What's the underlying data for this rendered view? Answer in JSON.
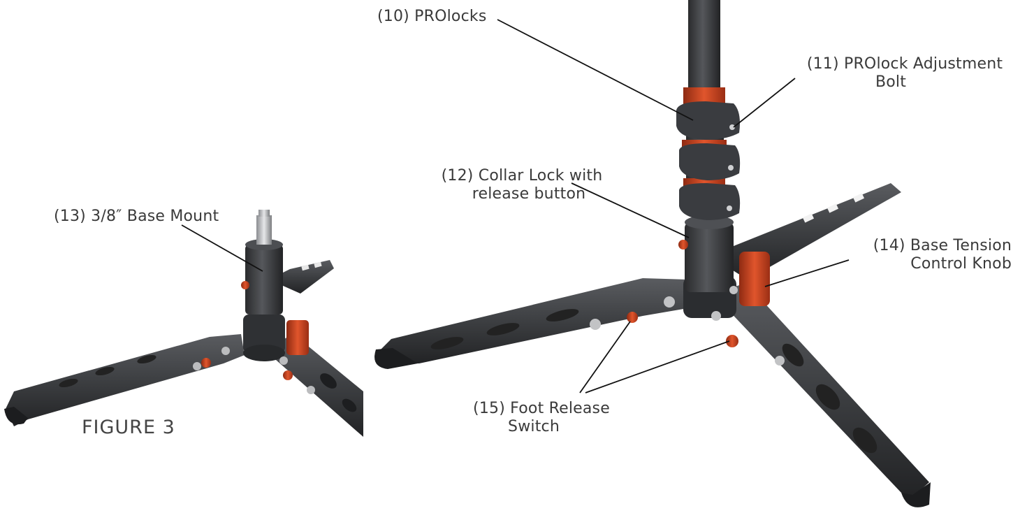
{
  "figure_label": "FIGURE 3",
  "callouts": {
    "prolocks": "(10) PROlocks",
    "prolock_adjustment_bolt": [
      "(11) PROlock Adjustment",
      "Bolt"
    ],
    "collar_lock": [
      "(12) Collar Lock with",
      "release button"
    ],
    "base_mount": "(13) 3/8″ Base Mount",
    "base_tension_knob": [
      "(14) Base Tension",
      "Control Knob"
    ],
    "foot_release_switch": [
      "(15) Foot Release",
      "Switch"
    ]
  },
  "colors": {
    "metal": "#3d3f42",
    "metal_dark": "#26282a",
    "accent": "#c8421f",
    "text": "#3a3a3a"
  }
}
